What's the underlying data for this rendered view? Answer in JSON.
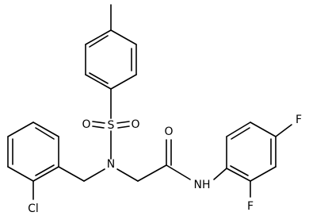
{
  "atoms": {
    "S": "S",
    "O_upper": "O",
    "O_lower": "O",
    "N_sulfonamide": "N",
    "O_carbonyl": "O",
    "NH_amide": "NH",
    "F_para": "F",
    "F_ortho": "F",
    "Cl": "Cl"
  }
}
